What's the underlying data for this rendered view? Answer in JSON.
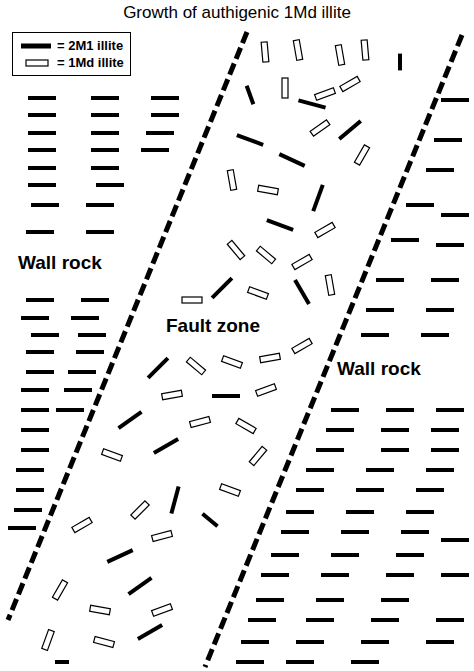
{
  "diagram": {
    "title": "Growth of authigenic 1Md illite",
    "labels": [
      "Wall rock",
      "Fault zone",
      "Wall rock"
    ],
    "legend": [
      {
        "text": "= 2M1 illite"
      },
      {
        "text": "= 1Md illite"
      }
    ]
  }
}
